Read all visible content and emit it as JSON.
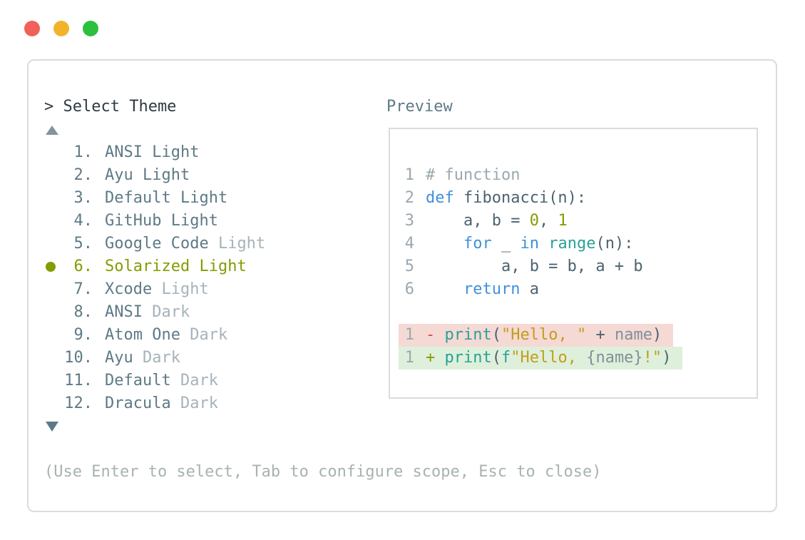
{
  "window": {
    "controls": [
      {
        "name": "close",
        "color_key": "tlRed"
      },
      {
        "name": "minimize",
        "color_key": "tlYellow"
      },
      {
        "name": "zoom",
        "color_key": "tlGreen"
      }
    ]
  },
  "picker": {
    "title": "> Select Theme",
    "scroll_up_icon": "triangle-up",
    "scroll_down_icon": "triangle-down",
    "items": [
      {
        "num": "1.",
        "name": "ANSI",
        "variant": "Light",
        "variant_muted": false,
        "selected": false
      },
      {
        "num": "2.",
        "name": "Ayu",
        "variant": "Light",
        "variant_muted": false,
        "selected": false
      },
      {
        "num": "3.",
        "name": "Default",
        "variant": "Light",
        "variant_muted": false,
        "selected": false
      },
      {
        "num": "4.",
        "name": "GitHub",
        "variant": "Light",
        "variant_muted": false,
        "selected": false
      },
      {
        "num": "5.",
        "name": "Google Code",
        "variant": "Light",
        "variant_muted": true,
        "selected": false
      },
      {
        "num": "6.",
        "name": "Solarized",
        "variant": "Light",
        "variant_muted": false,
        "selected": true
      },
      {
        "num": "7.",
        "name": "Xcode",
        "variant": "Light",
        "variant_muted": true,
        "selected": false
      },
      {
        "num": "8.",
        "name": "ANSI",
        "variant": "Dark",
        "variant_muted": true,
        "selected": false
      },
      {
        "num": "9.",
        "name": "Atom One",
        "variant": "Dark",
        "variant_muted": true,
        "selected": false
      },
      {
        "num": "10.",
        "name": "Ayu",
        "variant": "Dark",
        "variant_muted": true,
        "selected": false
      },
      {
        "num": "11.",
        "name": "Default",
        "variant": "Dark",
        "variant_muted": true,
        "selected": false
      },
      {
        "num": "12.",
        "name": "Dracula",
        "variant": "Dark",
        "variant_muted": true,
        "selected": false
      }
    ],
    "footer": "(Use Enter to select, Tab to configure scope, Esc to close)"
  },
  "preview": {
    "label": "Preview",
    "lines": [
      {
        "ln": "1",
        "tokens": [
          {
            "t": "# function",
            "c": "comment"
          }
        ]
      },
      {
        "ln": "2",
        "tokens": [
          {
            "t": "def ",
            "c": "blue"
          },
          {
            "t": "fibonacci(n):",
            "c": "fg"
          }
        ]
      },
      {
        "ln": "3",
        "tokens": [
          {
            "t": "    a, b = ",
            "c": "fg"
          },
          {
            "t": "0",
            "c": "olive"
          },
          {
            "t": ", ",
            "c": "fg"
          },
          {
            "t": "1",
            "c": "olive"
          }
        ]
      },
      {
        "ln": "4",
        "tokens": [
          {
            "t": "    ",
            "c": "fg"
          },
          {
            "t": "for",
            "c": "blue"
          },
          {
            "t": " _ ",
            "c": "fg"
          },
          {
            "t": "in",
            "c": "blue"
          },
          {
            "t": " ",
            "c": "fg"
          },
          {
            "t": "range",
            "c": "teal"
          },
          {
            "t": "(n):",
            "c": "fg"
          }
        ]
      },
      {
        "ln": "5",
        "tokens": [
          {
            "t": "        a, b = b, a + b",
            "c": "fg"
          }
        ]
      },
      {
        "ln": "6",
        "tokens": [
          {
            "t": "    ",
            "c": "fg"
          },
          {
            "t": "return",
            "c": "blue"
          },
          {
            "t": " a",
            "c": "fg"
          }
        ]
      },
      {
        "blank": true
      },
      {
        "ln": "1",
        "diff": "removed",
        "tokens": [
          {
            "t": "- ",
            "c": "red"
          },
          {
            "t": "print",
            "c": "teal"
          },
          {
            "t": "(",
            "c": "fg"
          },
          {
            "t": "\"Hello, \"",
            "c": "gold"
          },
          {
            "t": " + ",
            "c": "fg"
          },
          {
            "t": "name",
            "c": "var"
          },
          {
            "t": ")",
            "c": "fg"
          }
        ]
      },
      {
        "ln": "1",
        "diff": "added",
        "tokens": [
          {
            "t": "+ ",
            "c": "olive"
          },
          {
            "t": "print",
            "c": "teal"
          },
          {
            "t": "(",
            "c": "fg"
          },
          {
            "t": "f",
            "c": "teal"
          },
          {
            "t": "\"Hello, ",
            "c": "gold"
          },
          {
            "t": "{name}",
            "c": "var"
          },
          {
            "t": "!\"",
            "c": "gold"
          },
          {
            "t": ")",
            "c": "fg"
          }
        ]
      }
    ]
  },
  "colors": {
    "border": "#d7dde0",
    "previewBorder": "#d8dcdf",
    "header": "#2d3b42",
    "slate": "#5e7a86",
    "muted": "#a6b3ba",
    "olive": "#869b00",
    "footer": "#a7b3b0",
    "arrowUp": "#84939d",
    "arrowDown": "#5e7a86",
    "fg": "#4b6370",
    "comment": "#9ba8af",
    "lineNumber": "#9ba8af",
    "blue": "#4090dc",
    "teal": "#2aa198",
    "gold": "#c29d1e",
    "red": "#dc4a41",
    "var": "#80909a",
    "diffRedBg": "#f5d9d4",
    "diffGreenBg": "#def0db",
    "tlRed": "#f2605a",
    "tlYellow": "#f2b32c",
    "tlGreen": "#2cc03e"
  }
}
